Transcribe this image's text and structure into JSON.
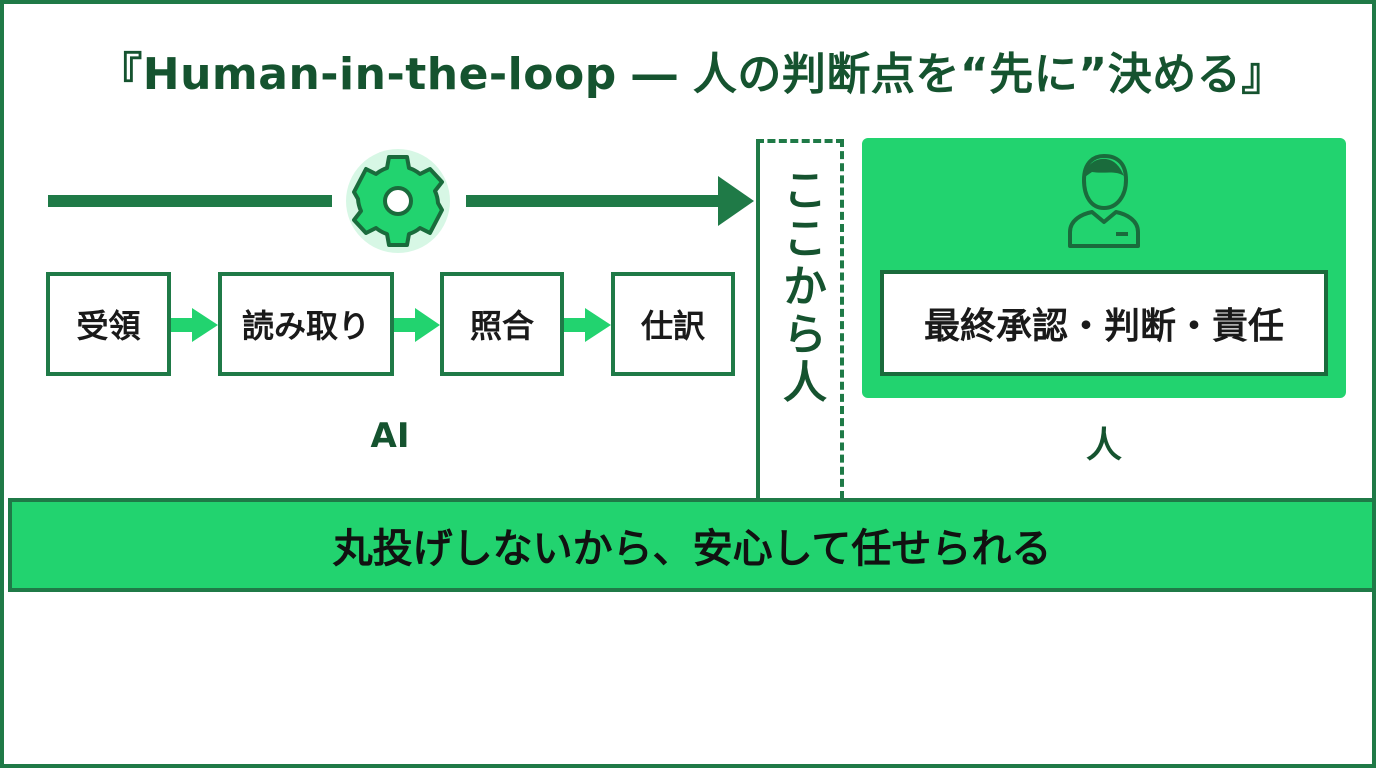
{
  "title": "『Human-in-the-loop ― 人の判断点を“先に”決める』",
  "flow": {
    "steps": [
      "受領",
      "読み取り",
      "照合",
      "仕訳"
    ],
    "ai_label": "AI",
    "process_icon": "gear-icon"
  },
  "handoff": {
    "label": "ここから人"
  },
  "human": {
    "icon": "person-icon",
    "task": "最終承認・判断・責任",
    "label": "人"
  },
  "banner": {
    "text": "丸投げしないから、安心して任せられる"
  },
  "colors": {
    "dark_green": "#1f7a47",
    "bright_green": "#22d36f",
    "title_green": "#15532f"
  }
}
